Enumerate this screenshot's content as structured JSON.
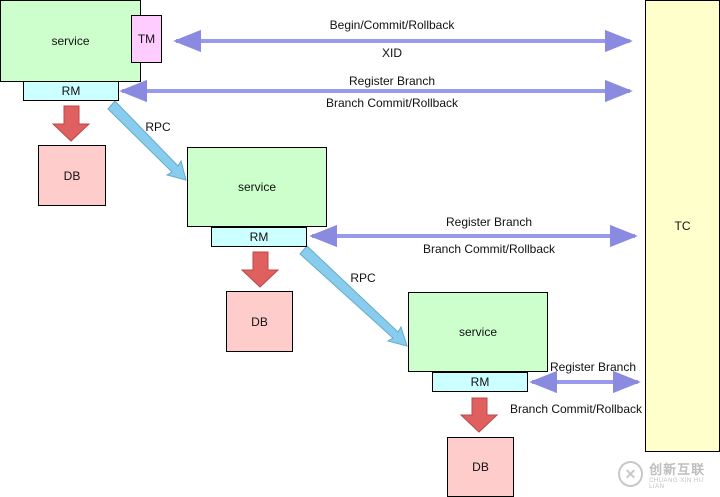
{
  "nodes": {
    "service1": "service",
    "tm": "TM",
    "rm1": "RM",
    "db1": "DB",
    "service2": "service",
    "rm2": "RM",
    "db2": "DB",
    "service3": "service",
    "rm3": "RM",
    "db3": "DB",
    "tc": "TC"
  },
  "labels": {
    "begin_commit_rollback": "Begin/Commit/Rollback",
    "xid": "XID",
    "register_branch_1": "Register Branch",
    "branch_commit_rollback_1": "Branch Commit/Rollback",
    "rpc_1": "RPC",
    "register_branch_2": "Register Branch",
    "branch_commit_rollback_2": "Branch Commit/Rollback",
    "rpc_2": "RPC",
    "register_branch_3": "Register Branch",
    "branch_commit_rollback_3": "Branch Commit/Rollback"
  },
  "watermark": {
    "chinese": "创新互联",
    "english": "CHUANG XIN HU LIAN"
  },
  "colors": {
    "service": "#ccffcc",
    "tm": "#ffccff",
    "rm": "#ccffff",
    "db": "#ffcccc",
    "tc": "#ffffcc",
    "message_arrow": "#9999ee",
    "rpc_arrow": "#88ccee",
    "db_arrow": "#e06060"
  }
}
